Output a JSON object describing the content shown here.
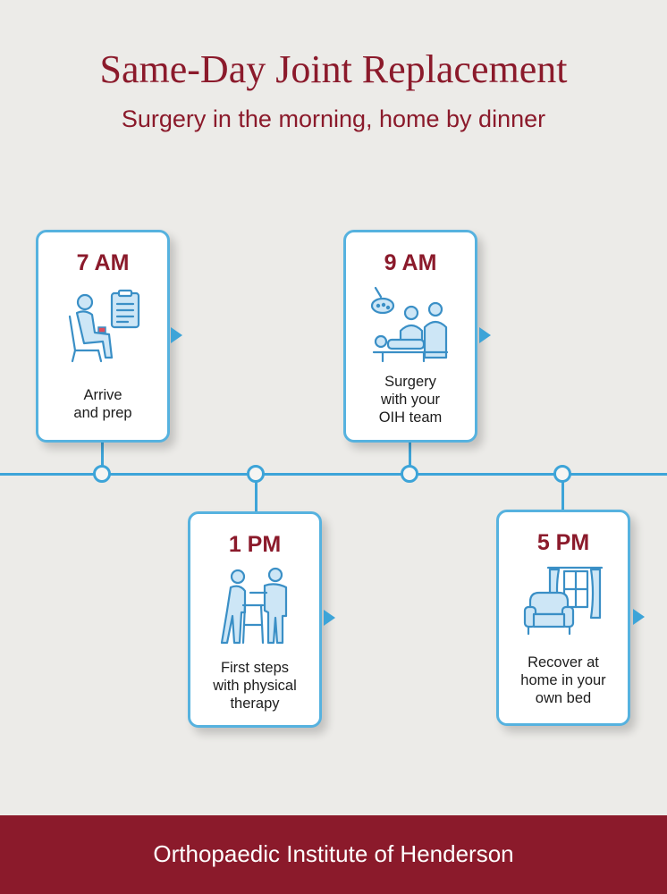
{
  "title": "Same-Day Joint Replacement",
  "subtitle": "Surgery in the morning, home by dinner",
  "steps": [
    {
      "time": "7 AM",
      "lines": [
        "Arrive",
        "and prep"
      ],
      "icon": "patient-chair-clipboard-icon"
    },
    {
      "time": "9 AM",
      "lines": [
        "Surgery",
        "with your",
        "OIH team"
      ],
      "icon": "surgical-team-icon"
    },
    {
      "time": "1 PM",
      "lines": [
        "First steps",
        "with physical",
        "therapy"
      ],
      "icon": "physical-therapy-walker-icon"
    },
    {
      "time": "5 PM",
      "lines": [
        "Recover at",
        "home in your",
        "own bed"
      ],
      "icon": "armchair-window-icon"
    }
  ],
  "footer": "Orthopaedic Institute of Henderson",
  "colors": {
    "brand": "#8b1a2b",
    "accent": "#3da4d8",
    "background": "#ecebe8"
  }
}
